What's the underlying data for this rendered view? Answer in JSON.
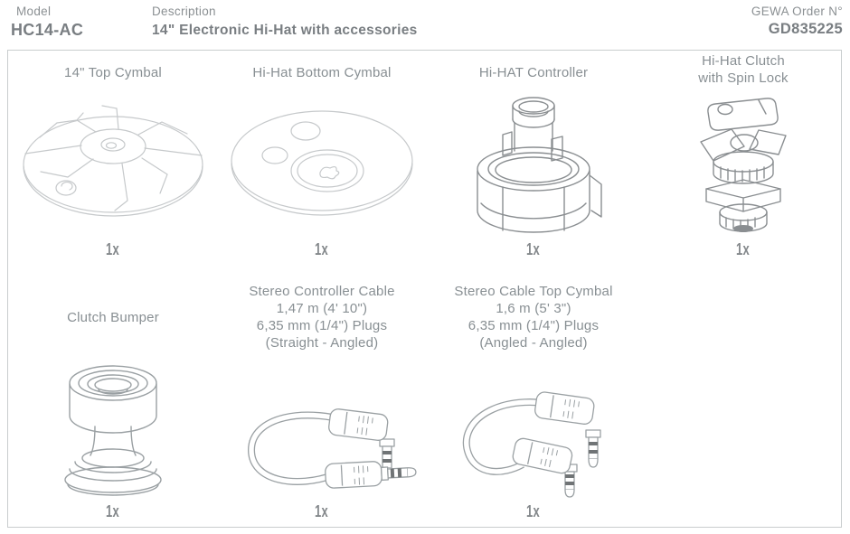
{
  "header": {
    "model_label": "Model",
    "model_value": "HC14-AC",
    "description_label": "Description",
    "description_value": "14\" Electronic Hi-Hat with accessories",
    "order_label": "GEWA Order N°",
    "order_value": "GD835225"
  },
  "items": [
    {
      "name": "14\" Top Cymbal",
      "qty": "1x",
      "icon": "top-cymbal-drawing"
    },
    {
      "name": "Hi-Hat Bottom Cymbal",
      "qty": "1x",
      "icon": "bottom-cymbal-drawing"
    },
    {
      "name": "Hi-HAT Controller",
      "qty": "1x",
      "icon": "hihat-controller-drawing"
    },
    {
      "name": "Hi-Hat Clutch\nwith Spin Lock",
      "qty": "1x",
      "icon": "hihat-clutch-drawing"
    },
    {
      "name": "Clutch Bumper",
      "qty": "1x",
      "icon": "clutch-bumper-drawing"
    },
    {
      "name": "Stereo Controller Cable\n1,47 m (4' 10\")\n6,35 mm (1/4\") Plugs\n(Straight - Angled)",
      "qty": "1x",
      "icon": "cable-straight-angled-drawing"
    },
    {
      "name": "Stereo Cable Top Cymbal\n1,6 m (5' 3\")\n6,35 mm (1/4\") Plugs\n(Angled - Angled)",
      "qty": "1x",
      "icon": "cable-angled-angled-drawing"
    }
  ],
  "colors": {
    "text_gray": "#888f93",
    "value_gray": "#797e82",
    "border_gray": "#c9cdce",
    "line_light": "#c6c9cb",
    "line_dark": "#8a8e91",
    "line_mid": "#9aa0a3"
  }
}
